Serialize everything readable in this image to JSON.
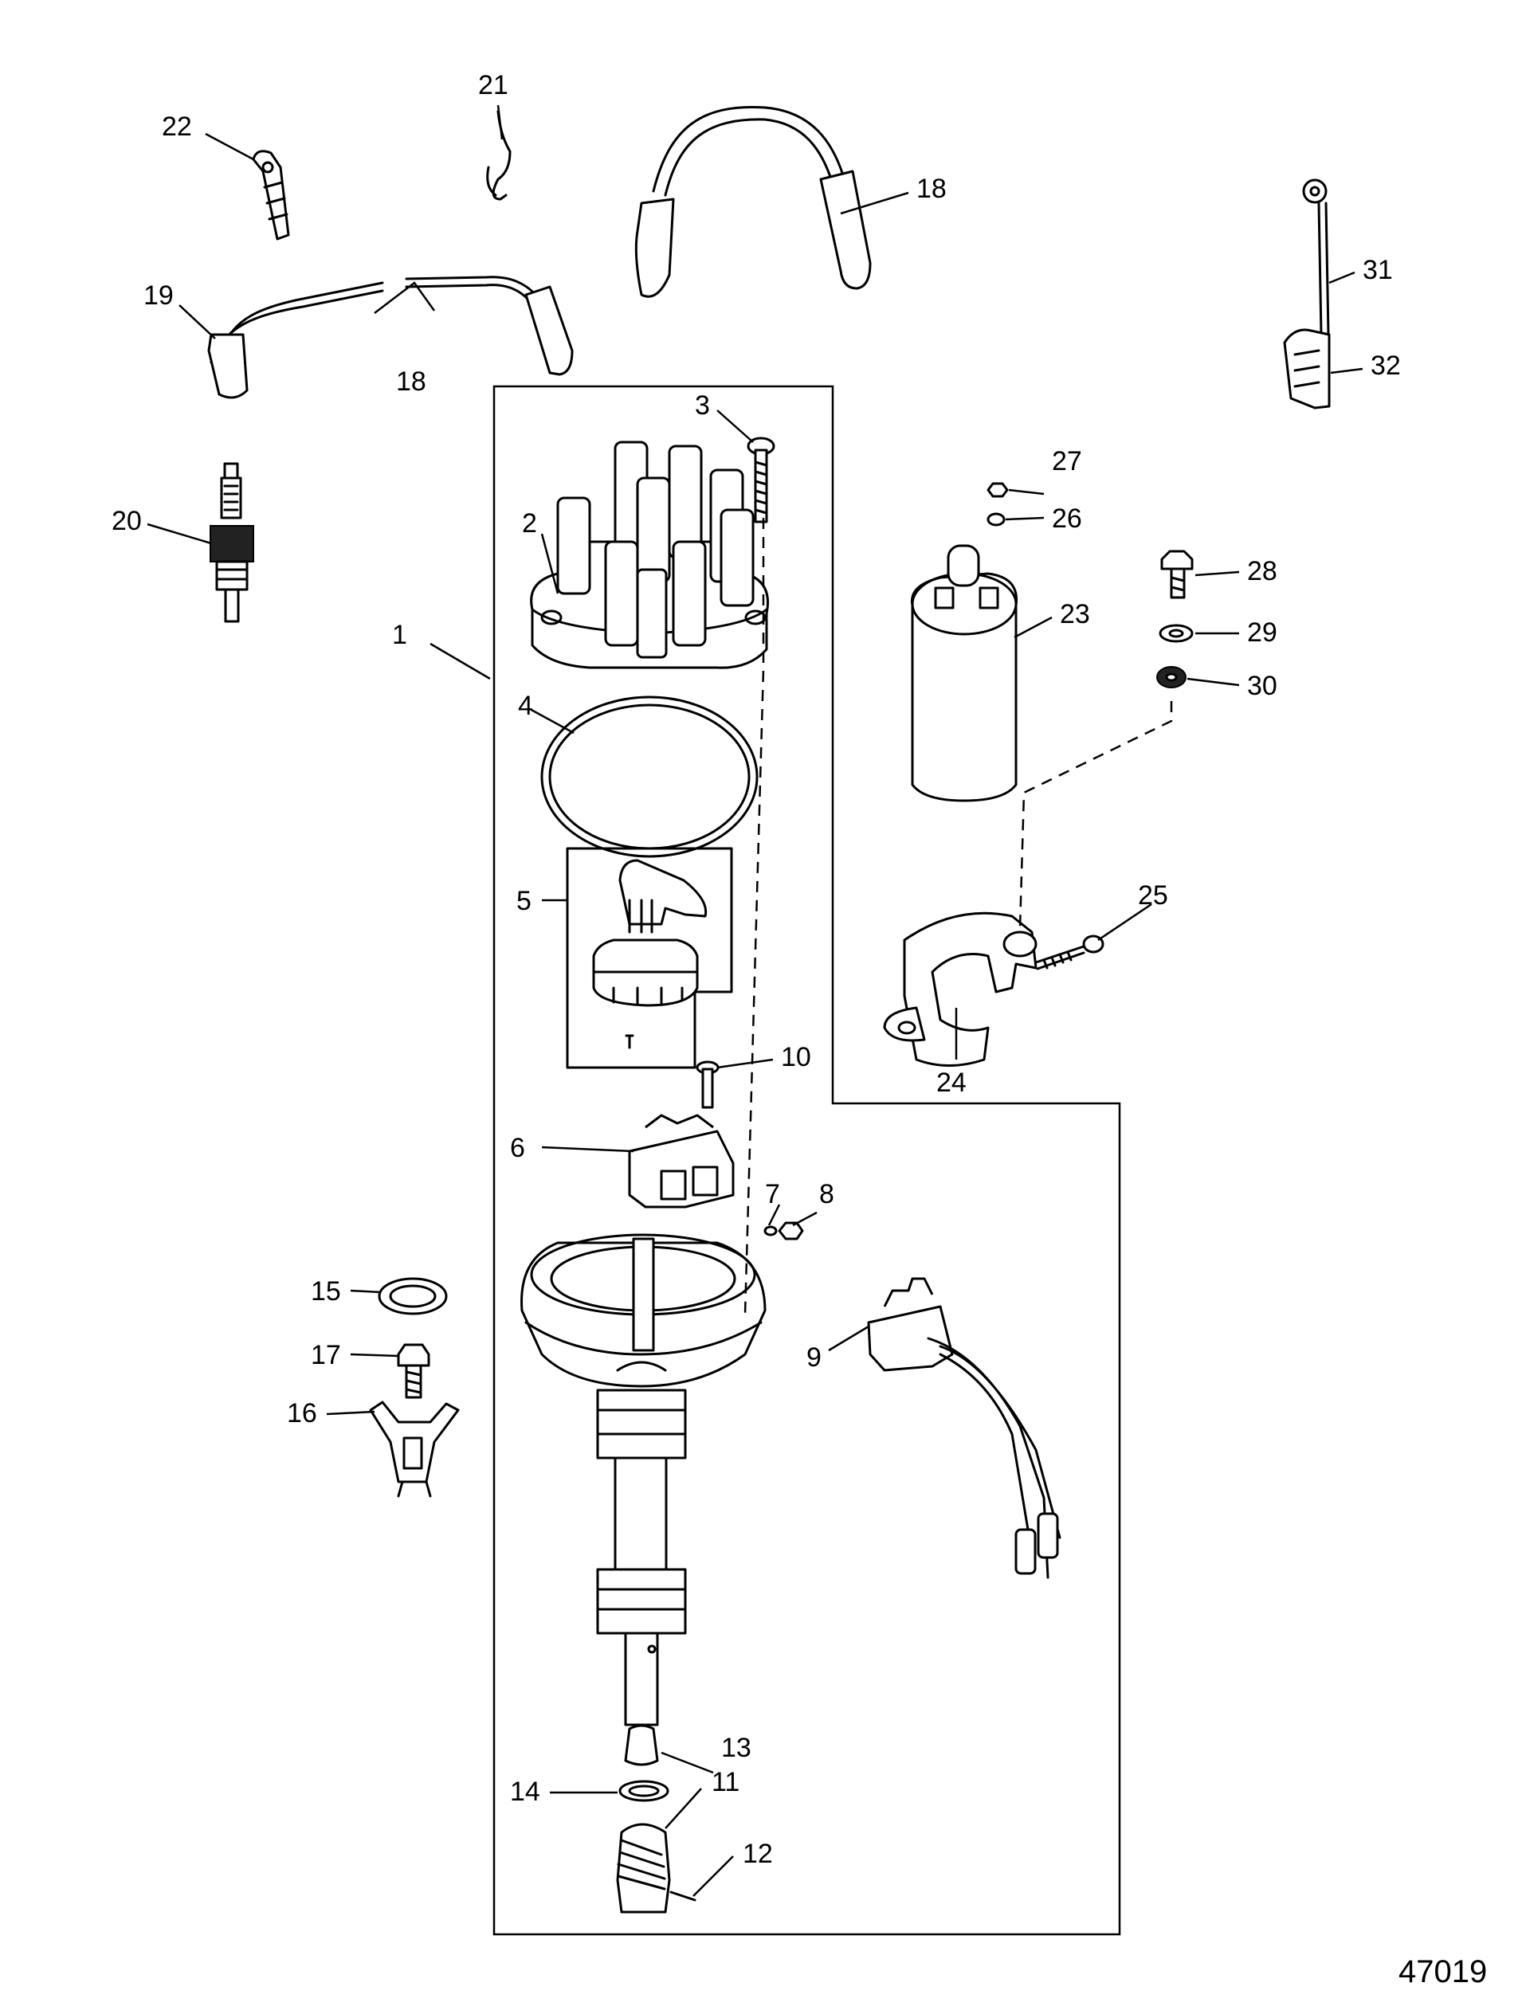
{
  "figure_number": "47019",
  "callouts": [
    "1",
    "2",
    "3",
    "4",
    "5",
    "6",
    "7",
    "8",
    "9",
    "10",
    "11",
    "12",
    "13",
    "14",
    "15",
    "16",
    "17",
    "18",
    "19",
    "20",
    "21",
    "22",
    "23",
    "24",
    "25",
    "26",
    "27",
    "28",
    "29",
    "30",
    "31",
    "32"
  ]
}
